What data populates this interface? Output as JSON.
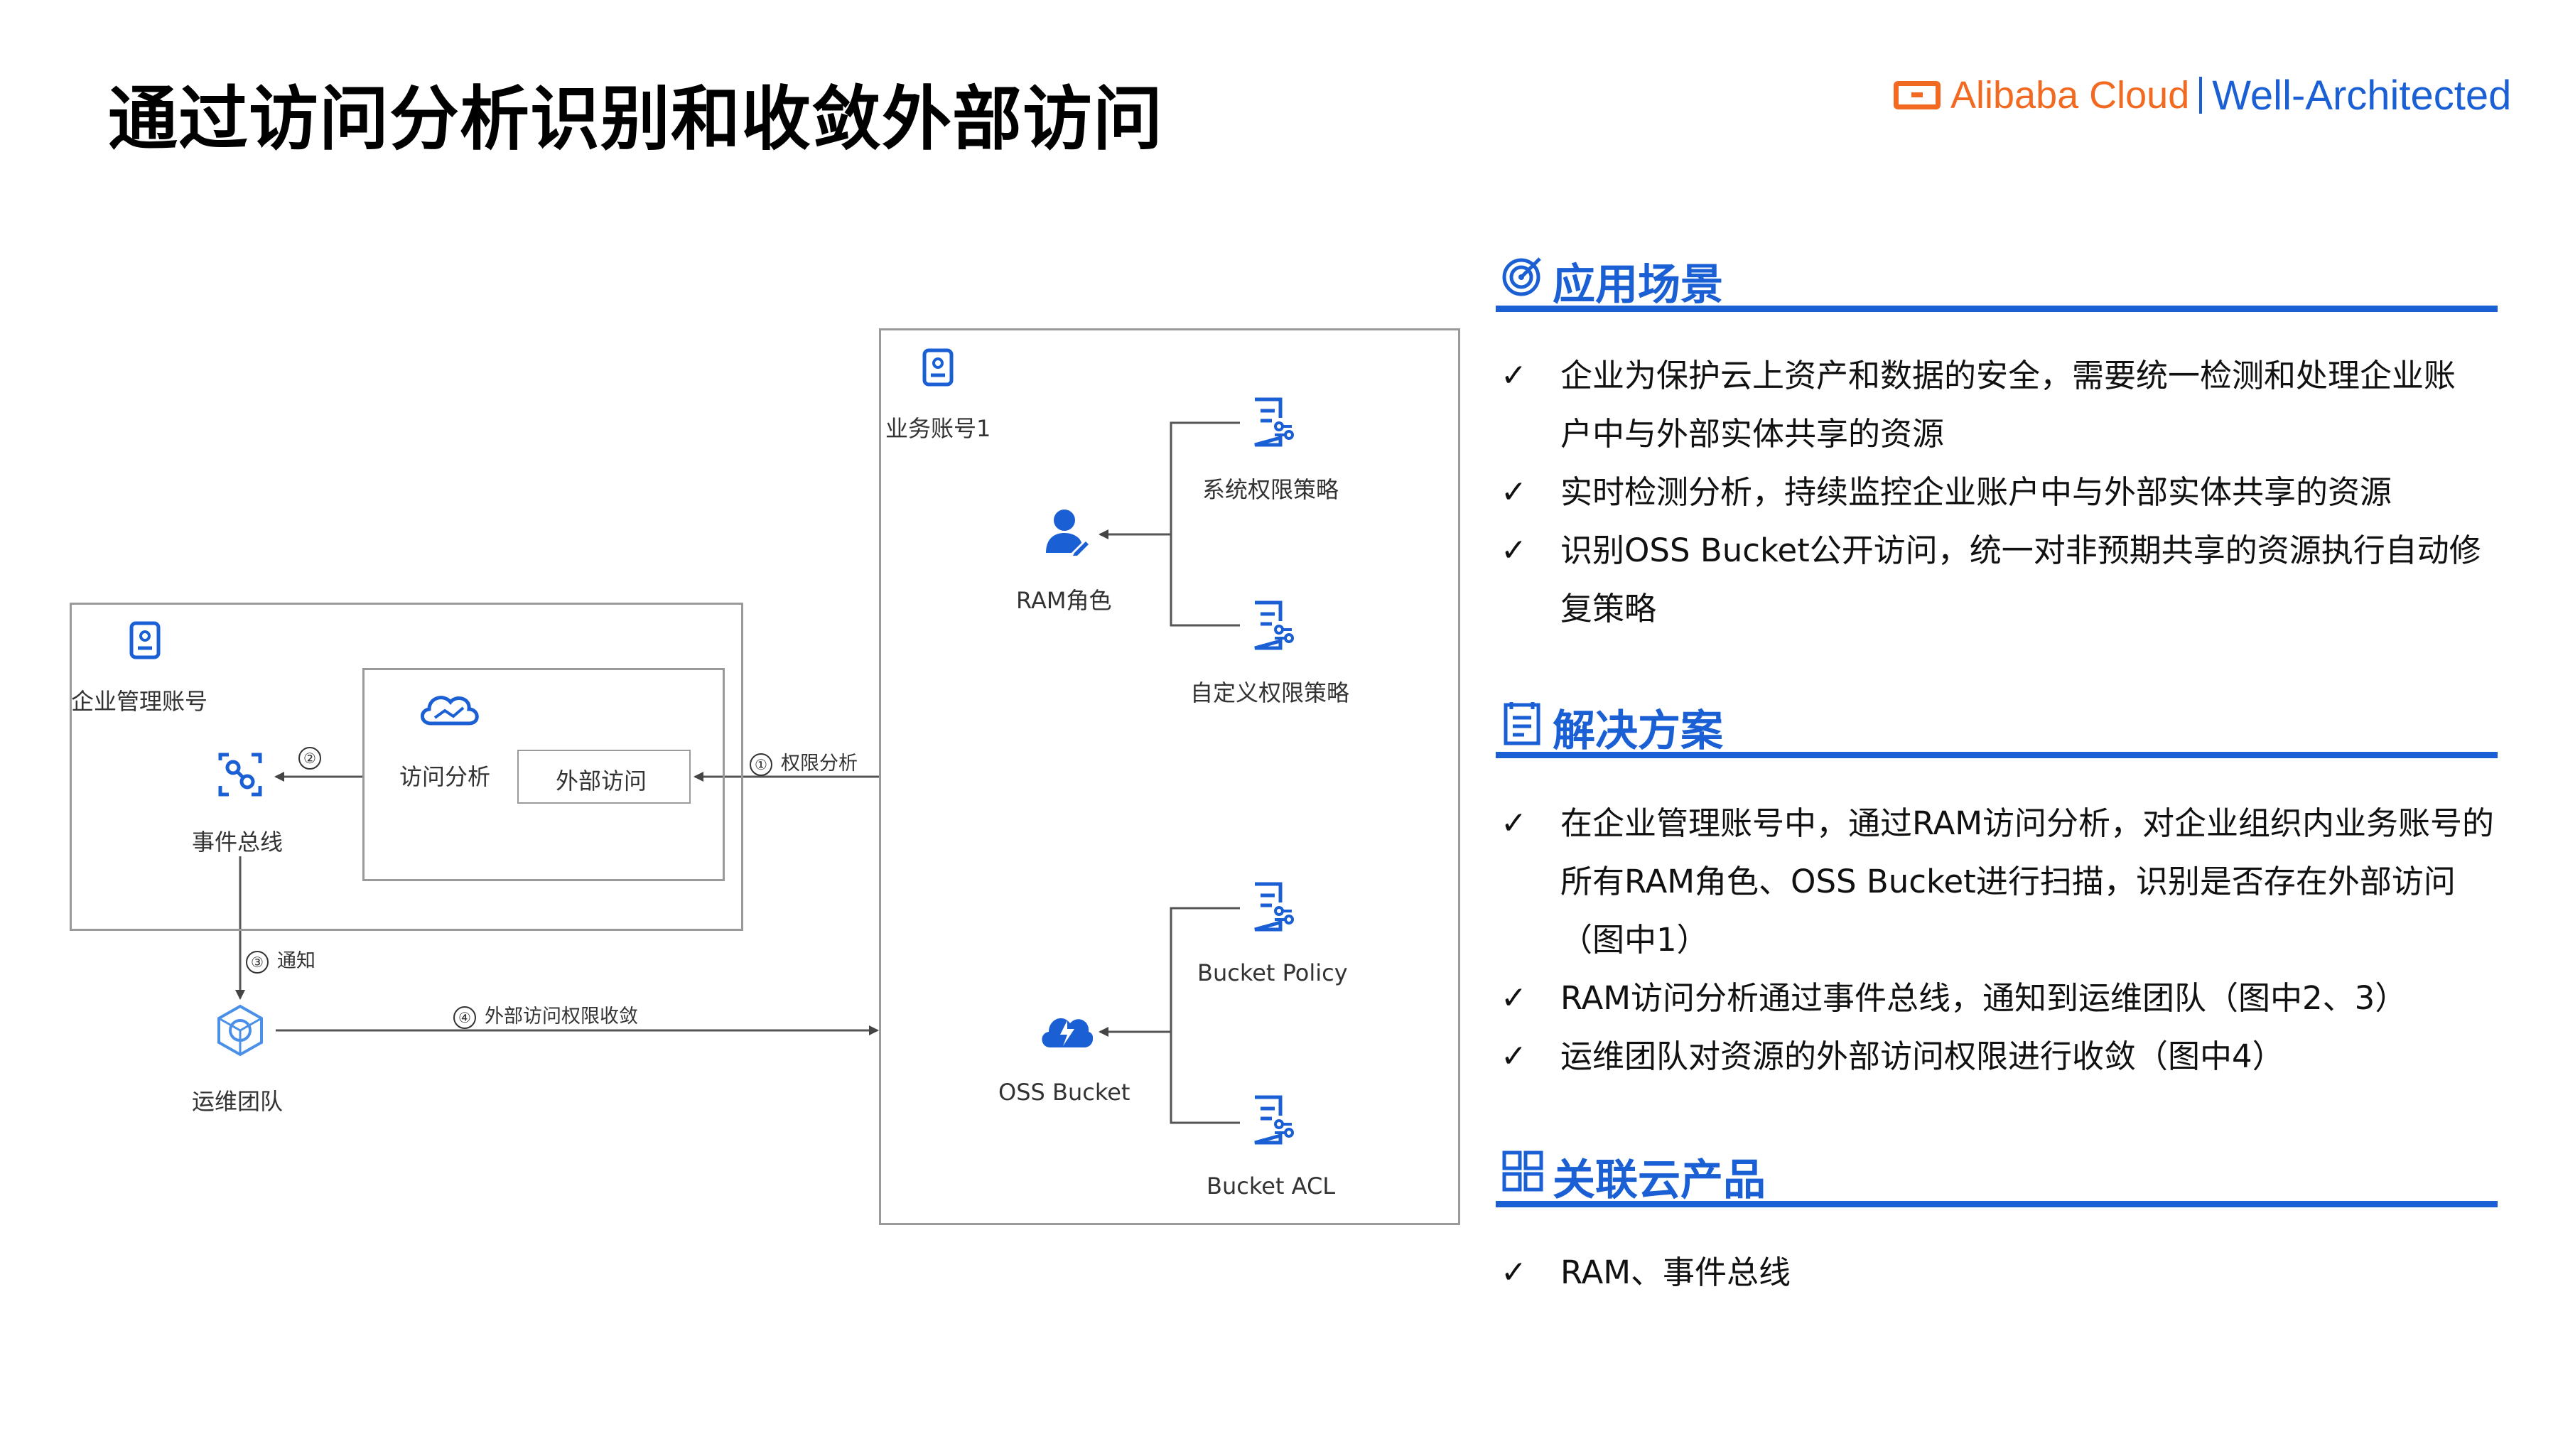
{
  "page": {
    "title": "通过访问分析识别和收敛外部访问"
  },
  "logo": {
    "brand": "Alibaba Cloud",
    "product": "Well-Architected",
    "brand_color": "#f26a21",
    "product_color": "#1a5fd3"
  },
  "accent_color": "#1a5fd3",
  "diagram": {
    "mgmt_account": {
      "label": "企业管理账号",
      "icon": "account-icon"
    },
    "access_analysis": {
      "label": "访问分析",
      "icon": "cloud-icon",
      "external_access": "外部访问"
    },
    "event_bus": {
      "label": "事件总线",
      "icon": "event-bus-icon"
    },
    "ops_team": {
      "label": "运维团队",
      "icon": "team-icon"
    },
    "biz_account": {
      "label": "业务账号1",
      "icon": "account-icon"
    },
    "ram_role": {
      "label": "RAM角色",
      "icon": "user-icon"
    },
    "system_policy": {
      "label": "系统权限策略",
      "icon": "policy-icon"
    },
    "custom_policy": {
      "label": "自定义权限策略",
      "icon": "policy-icon"
    },
    "oss_bucket": {
      "label": "OSS Bucket",
      "icon": "bucket-icon"
    },
    "bucket_policy": {
      "label": "Bucket Policy",
      "icon": "policy-icon"
    },
    "bucket_acl": {
      "label": "Bucket ACL",
      "icon": "policy-icon"
    },
    "steps": [
      {
        "num": "①",
        "label": "权限分析"
      },
      {
        "num": "②",
        "label": ""
      },
      {
        "num": "③",
        "label": "通知"
      },
      {
        "num": "④",
        "label": "外部访问权限收敛"
      }
    ]
  },
  "sections": [
    {
      "title": "应用场景",
      "icon": "target-icon",
      "bullets": [
        {
          "lines": [
            "企业为保护云上资产和数据的安全，需要统一检测和处理企业账",
            "户中与外部实体共享的资源"
          ]
        },
        {
          "lines": [
            "实时检测分析，持续监控企业账户中与外部实体共享的资源"
          ]
        },
        {
          "lines": [
            "识别OSS Bucket公开访问，统一对非预期共享的资源执行自动修",
            "复策略"
          ]
        }
      ]
    },
    {
      "title": "解决方案",
      "icon": "document-icon",
      "bullets": [
        {
          "lines": [
            "在企业管理账号中，通过RAM访问分析，对企业组织内业务账号的",
            "所有RAM角色、OSS Bucket进行扫描，识别是否存在外部访问",
            "（图中1）"
          ]
        },
        {
          "lines": [
            "RAM访问分析通过事件总线，通知到运维团队（图中2、3）"
          ]
        },
        {
          "lines": [
            "运维团队对资源的外部访问权限进行收敛（图中4）"
          ]
        }
      ]
    },
    {
      "title": "关联云产品",
      "icon": "grid-icon",
      "bullets": [
        {
          "lines": [
            "RAM、事件总线"
          ]
        }
      ]
    }
  ]
}
